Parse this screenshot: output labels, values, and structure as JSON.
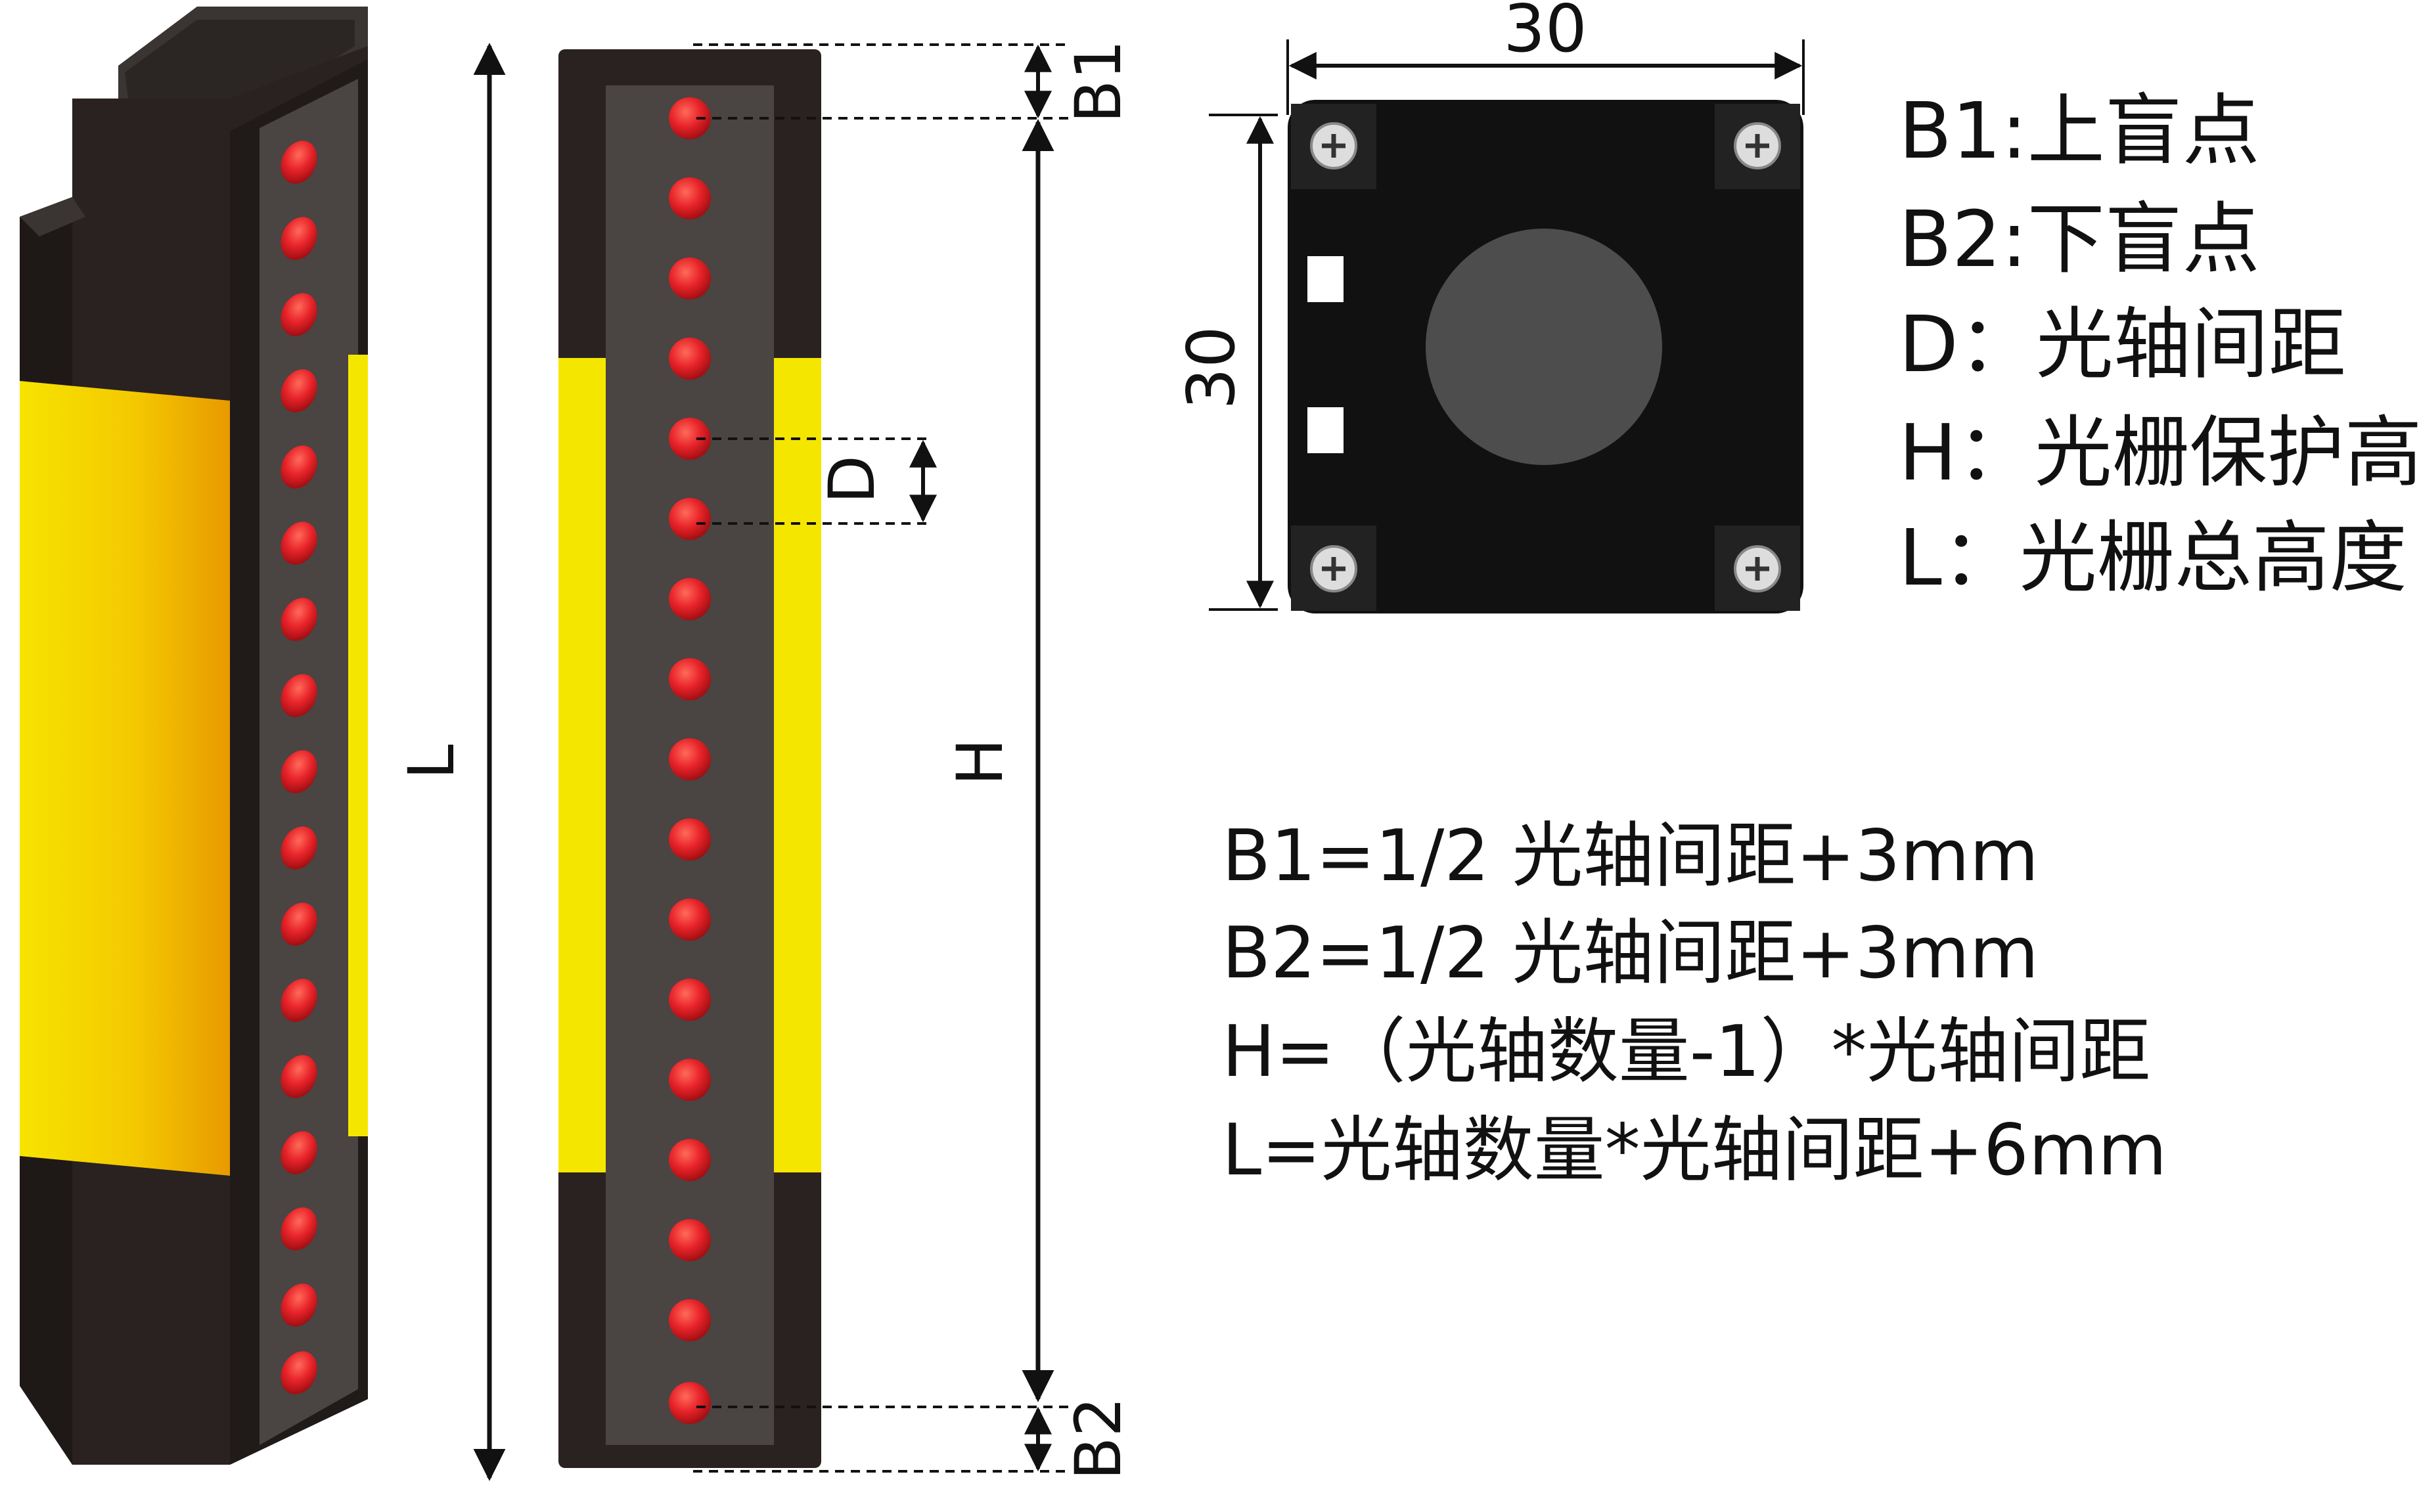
{
  "dimension_labels": {
    "L": "L",
    "H": "H",
    "B1": "B1",
    "B2": "B2",
    "D": "D",
    "width": "30",
    "height": "30"
  },
  "legend": [
    "B1:上盲点",
    "B2:下盲点",
    "D：光轴间距",
    "H：光栅保护高度",
    "L：光栅总高度"
  ],
  "formulas": [
    "B1=1/2  光轴间距+3mm",
    "B2=1/2   光轴间距+3mm",
    "H=（光轴数量-1）*光轴间距",
    "L=光轴数量*光轴间距+6mm"
  ],
  "colors": {
    "housing": "#2a2220",
    "window": "#4a4442",
    "yellow": "#f5e600",
    "lens_red": "#e8242a",
    "end_cap_face": "#111111",
    "end_cap_disc": "#4d4d4d",
    "line": "#111111"
  },
  "icons": [
    "screw-icon"
  ]
}
